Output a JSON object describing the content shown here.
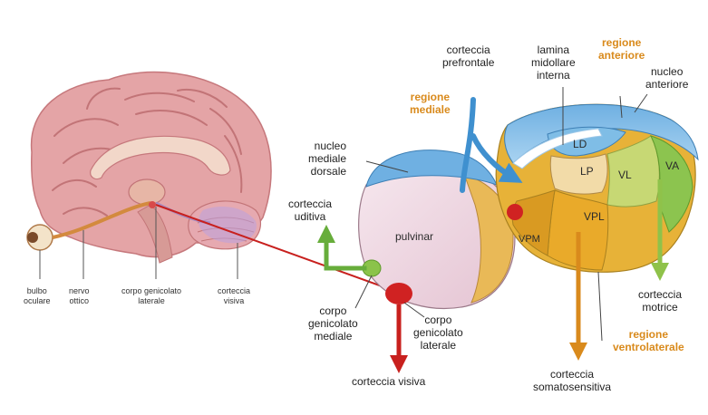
{
  "colors": {
    "orange": "#d98a1c",
    "red": "#c8201e",
    "green": "#67ad3b",
    "blue": "#3f90cf"
  },
  "brain": {
    "bulbo": "bulbo\noculare",
    "nervo": "nervo\nottico",
    "corpo_gen": "corpo genicolato\nlaterale",
    "corteccia_visiva": "corteccia\nvisiva"
  },
  "thalamus": {
    "nuclei": {
      "ld": "LD",
      "lp": "LP",
      "vl": "VL",
      "va": "VA",
      "vpl": "VPL",
      "vpm": "VPM",
      "pulvinar": "pulvinar"
    },
    "labels": {
      "corteccia_prefrontale": "corteccia\nprefrontale",
      "lamina": "lamina\nmidollare\ninterna",
      "regione_anteriore": "regione\nanteriore",
      "nucleo_anteriore": "nucleo\nanteriore",
      "regione_mediale": "regione\nmediale",
      "nucleo_mediale": "nucleo\nmediale\ndorsale",
      "corteccia_uditiva": "corteccia\nuditiva",
      "corpo_mediale": "corpo\ngenicolato\nmediale",
      "corpo_laterale": "corpo\ngenicolato\nlaterale",
      "corteccia_visiva": "corteccia visiva",
      "corteccia_motrice": "corteccia\nmotrice",
      "regione_ventrolaterale": "regione\nventrolaterale",
      "corteccia_somato": "corteccia\nsomatosensitiva"
    }
  }
}
